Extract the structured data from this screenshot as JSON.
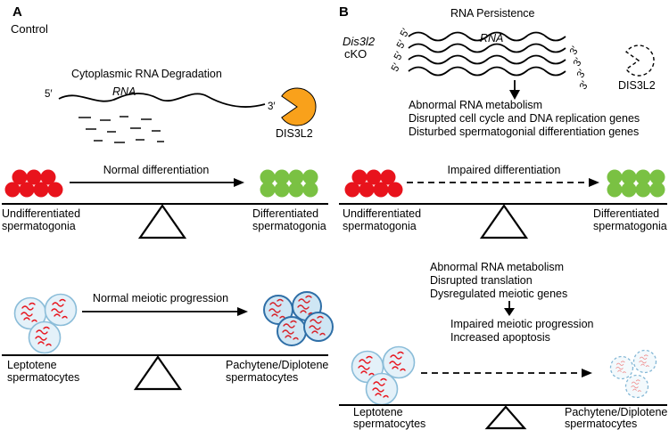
{
  "colors": {
    "red": "#e8131c",
    "green": "#7ac143",
    "orange": "#f9a11b",
    "pachytene_outline": "#2f6fa7",
    "leptotene_outline": "#8bbdd9",
    "black": "#000000"
  },
  "panel_a": {
    "label": "A",
    "condition": "Control",
    "degradation_title": "Cytoplasmic RNA Degradation",
    "five_prime": "5′",
    "rna": "RNA",
    "three_prime": "3′",
    "enzyme": "DIS3L2",
    "row1": {
      "arrow_label": "Normal differentiation",
      "left_label": "Undifferentiated\nspermatogonia",
      "right_label": "Differentiated\nspermatogonia"
    },
    "row2": {
      "arrow_label": "Normal meiotic progression",
      "left_label": "Leptotene\nspermatocytes",
      "right_label": "Pachytene/Diplotene\nspermatocytes"
    }
  },
  "panel_b": {
    "label": "B",
    "condition_gene": "Dis3l2",
    "condition_suffix": "cKO",
    "persistence_title": "RNA Persistence",
    "five_prime": "5′",
    "rna": "RNA",
    "three_prime": "3′",
    "enzyme": "DIS3L2",
    "effects_block1": [
      "Abnormal RNA metabolism",
      "Disrupted cell cycle and DNA replication genes",
      "Disturbed spermatogonial differentiation genes"
    ],
    "row1": {
      "arrow_label": "Impaired differentiation",
      "left_label": "Undifferentiated\nspermatogonia",
      "right_label": "Differentiated\nspermatogonia"
    },
    "effects_block2": [
      "Abnormal RNA metabolism",
      "Disrupted translation",
      "Dysregulated meiotic genes"
    ],
    "effects_block3": [
      "Impaired meiotic progression",
      "Increased apoptosis"
    ],
    "row2": {
      "left_label": "Leptotene\nspermatocytes",
      "right_label": "Pachytene/Diplotene\nspermatocytes"
    }
  }
}
